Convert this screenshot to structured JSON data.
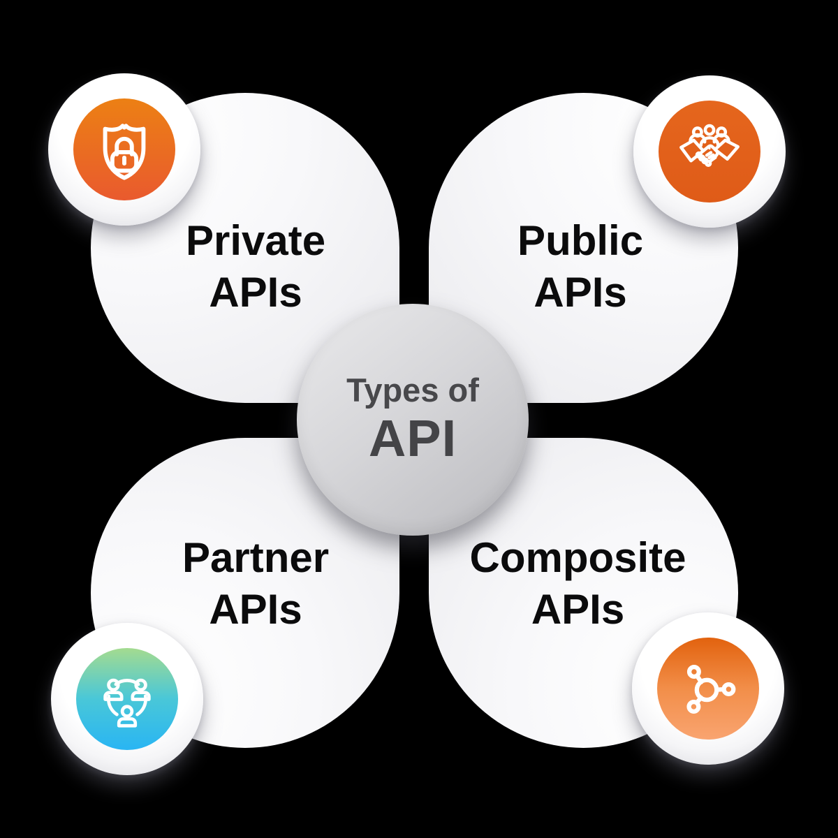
{
  "title": {
    "line1": "Types of",
    "line2": "API"
  },
  "colors": {
    "background": "#000000",
    "petal_fill": "#F4F4F6",
    "center_circle_fill": "#CFCFD3",
    "petal_text": "#0B0B0C",
    "center_text": "#48484B",
    "icon_stroke": "#FFFFFF"
  },
  "petals": [
    {
      "name": "private",
      "line1": "Private",
      "line2": "APIs",
      "icon": "shield-lock-icon",
      "badge_gradient": [
        "#EC8014",
        "#E95A2E"
      ]
    },
    {
      "name": "public",
      "line1": "Public",
      "line2": "APIs",
      "icon": "handshake-people-icon",
      "badge_gradient": [
        "#E5661D",
        "#DF5B18"
      ]
    },
    {
      "name": "partner",
      "line1": "Partner",
      "line2": "APIs",
      "icon": "people-network-icon",
      "badge_gradient": [
        "#A4DB8F",
        "#49C7D8",
        "#29B5F3"
      ]
    },
    {
      "name": "composite",
      "line1": "Composite",
      "line2": "APIs",
      "icon": "molecule-icon",
      "badge_gradient": [
        "#E2620E",
        "#F28E49",
        "#F9A470"
      ]
    }
  ]
}
